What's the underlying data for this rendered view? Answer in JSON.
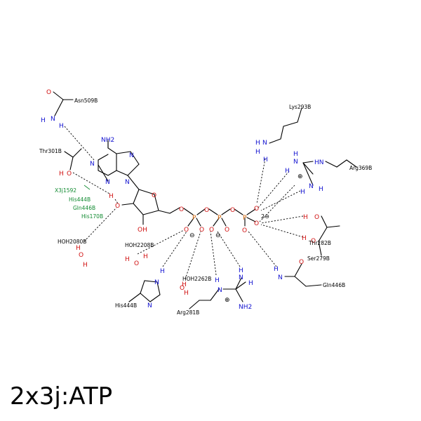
{
  "title": "2x3j:ATP",
  "colors": {
    "carbon": "#000000",
    "nitrogen": "#1010d0",
    "oxygen": "#d01010",
    "phosphorus": "#d06000",
    "highlight": "#108a30"
  },
  "residues": {
    "asn509": "Asn509B",
    "thr301": "Thr301B",
    "x3j1592": "X3j1592",
    "his444a": "His444B",
    "gln446a": "Gln446B",
    "his170": "His170B",
    "hoh2080": "HOH2080B",
    "hoh2208": "HOH2208B",
    "his444b": "His444B",
    "hoh2262": "HOH2262B",
    "arg281": "Arg281B",
    "lys293": "Lys293B",
    "arg369": "Arg369B",
    "thr282": "Thr282B",
    "ser279": "Ser279B",
    "gln446b": "Gln446B"
  },
  "atoms": {
    "o": "O",
    "n": "N",
    "h": "H",
    "p": "P",
    "oh": "OH",
    "nh2": "NH2",
    "nh": "NH",
    "hn": "HN",
    "charge_minus": "⊖",
    "charge_plus": "⊕",
    "charge_2minus": "2⊖"
  }
}
